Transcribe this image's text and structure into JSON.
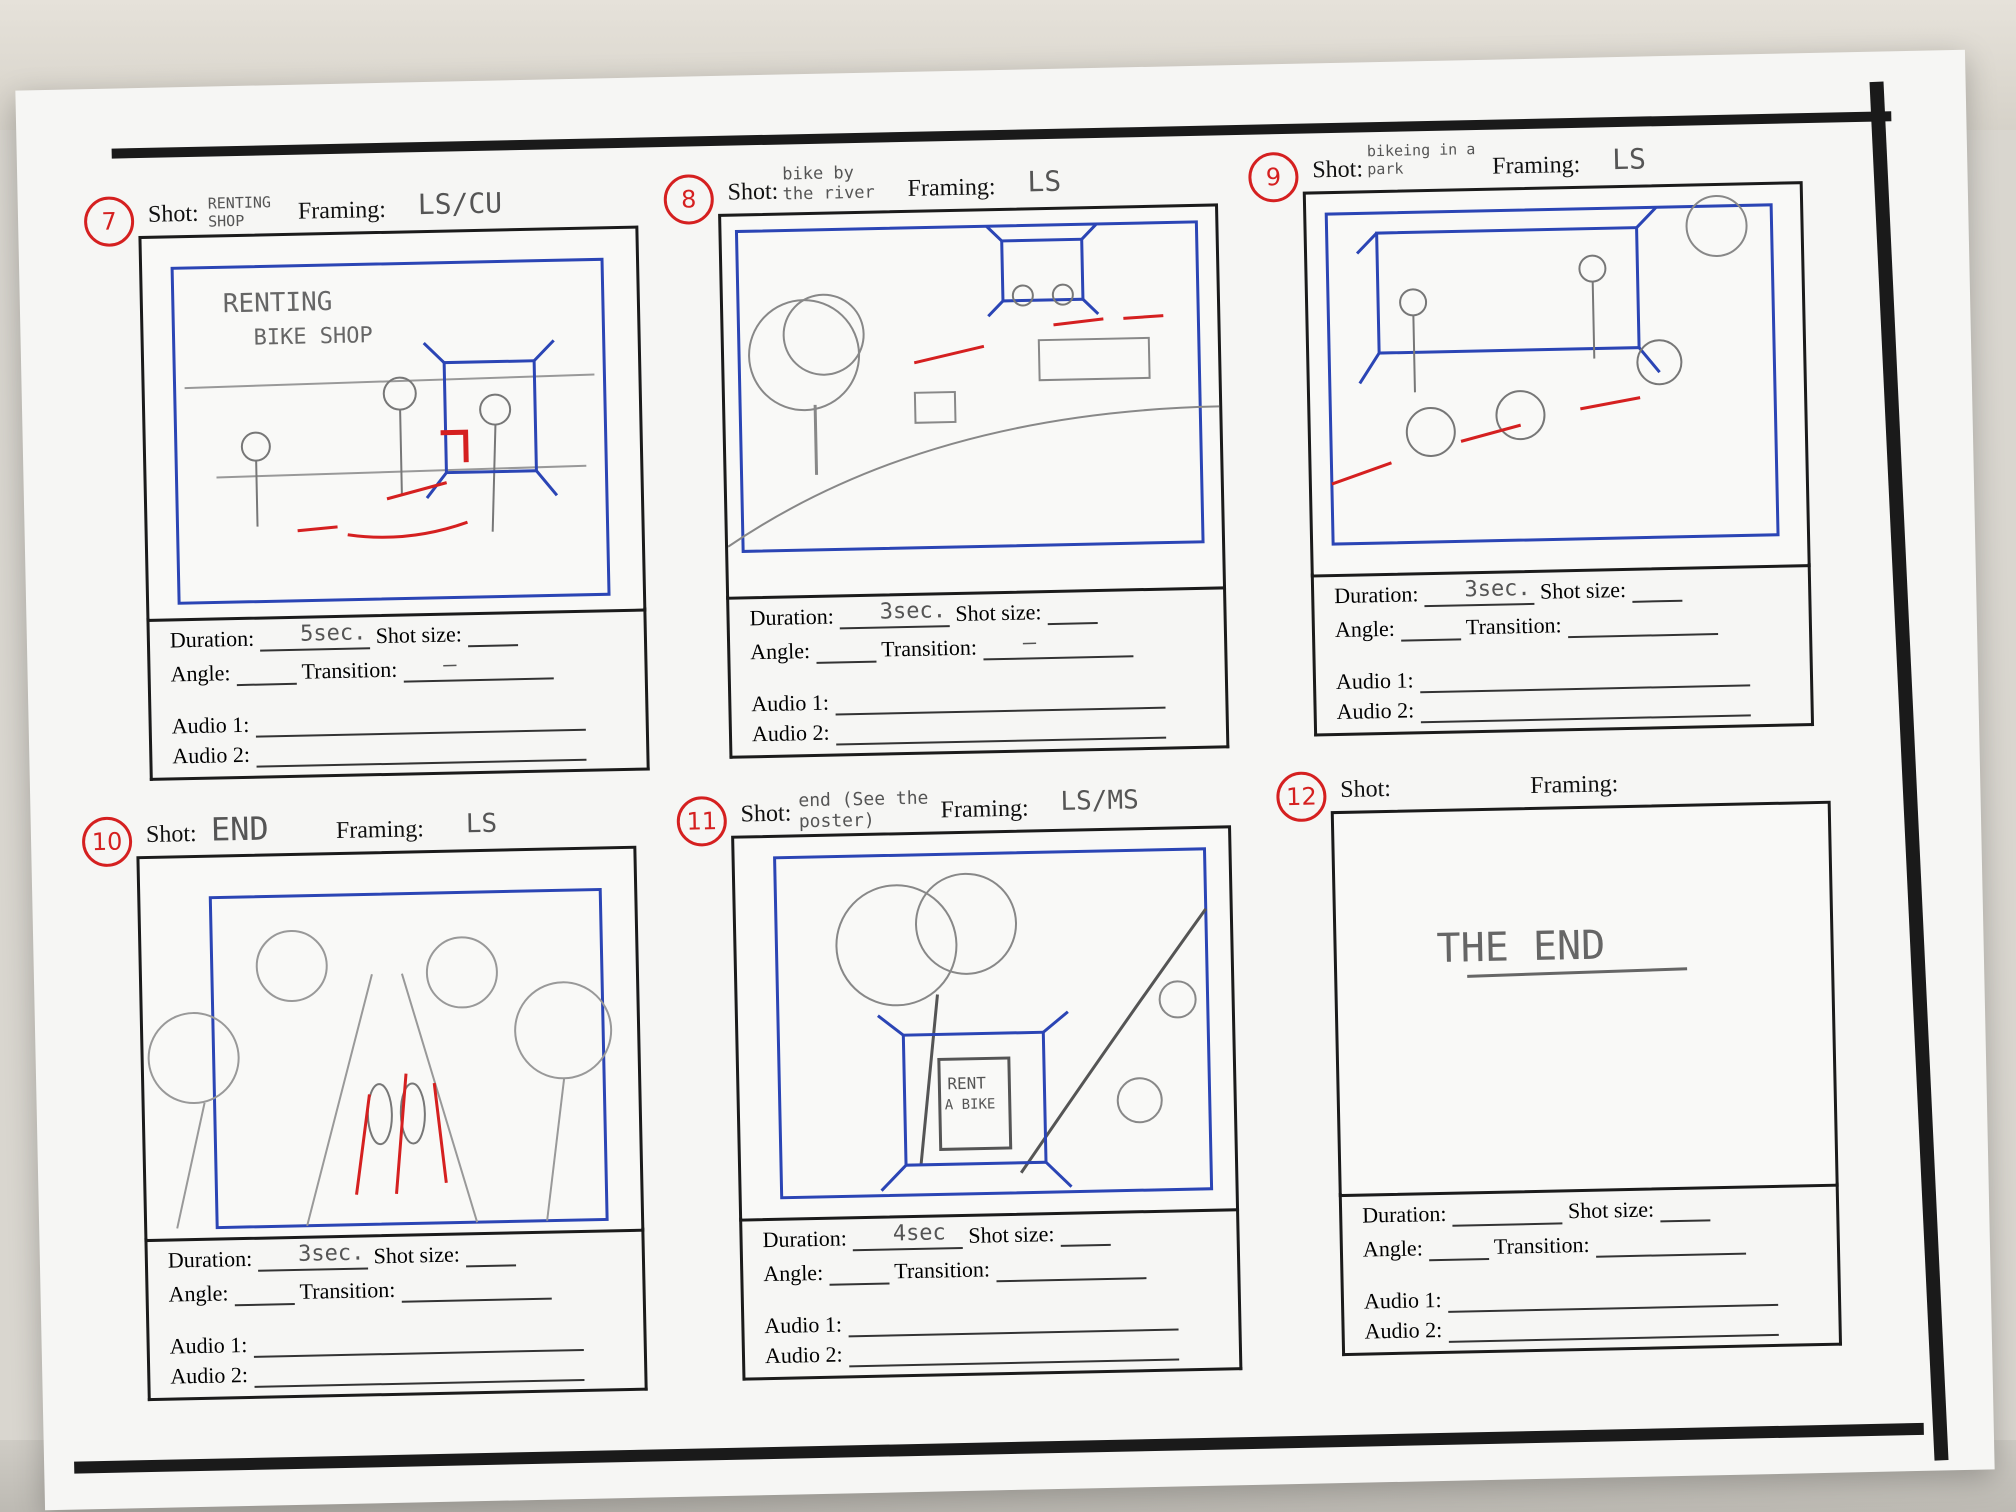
{
  "labels": {
    "shot": "Shot:",
    "framing": "Framing:",
    "duration": "Duration:",
    "shot_size": "Shot size:",
    "angle": "Angle:",
    "transition": "Transition:",
    "audio1": "Audio 1:",
    "audio2": "Audio 2:"
  },
  "panels": [
    {
      "number": "7",
      "shot": "RENTING SHOP",
      "framing": "LS/CU",
      "duration": "5sec.",
      "transition": "—",
      "sketch_text_1": "RENTING",
      "sketch_text_2": "BIKE SHOP"
    },
    {
      "number": "8",
      "shot": "bike by the river",
      "framing": "LS",
      "duration": "3sec.",
      "transition": "—"
    },
    {
      "number": "9",
      "shot": "bikeing in a park",
      "framing": "LS",
      "duration": "3sec.",
      "transition": ""
    },
    {
      "number": "10",
      "shot": "END",
      "framing": "LS",
      "duration": "3sec.",
      "transition": ""
    },
    {
      "number": "11",
      "shot": "end (See the poster)",
      "framing": "LS/MS",
      "duration": "4sec",
      "transition": "",
      "sketch_text_1": "RENT",
      "sketch_text_2": "A BIKE"
    },
    {
      "number": "12",
      "shot": "",
      "framing": "",
      "duration": "",
      "transition": "",
      "sketch_text_1": "THE END"
    }
  ],
  "colors": {
    "ink_blue": "#2b45b5",
    "ink_red": "#d52020",
    "pencil": "#8a8a8a"
  }
}
